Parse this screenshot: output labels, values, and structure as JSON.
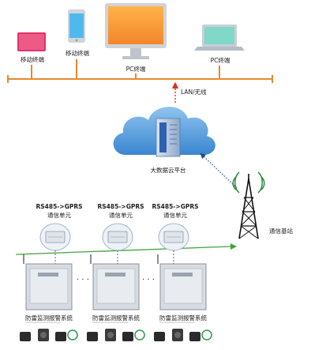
{
  "terminals": {
    "mobile1": "移动终端",
    "mobile2": "移动终端",
    "pc1": "PC终端",
    "pc2": "PC终端"
  },
  "network": {
    "lan_label": "LAN/无线",
    "cloud_label": "大数据云平台",
    "base_station_label": "通信基站"
  },
  "units": [
    {
      "title": "RS485->GPRS",
      "subtitle": "通信单元",
      "system": "防雷监测报警系统"
    },
    {
      "title": "RS485->GPRS",
      "subtitle": "通信单元",
      "system": "防雷监测报警系统"
    },
    {
      "title": "RS485->GPRS",
      "subtitle": "通信单元",
      "system": "防雷监测报警系统"
    }
  ],
  "ellipsis": "· · ·",
  "colors": {
    "bus_orange": "#e8882e",
    "link_green": "#3aa639",
    "arrow_red": "#d9301f",
    "cloud_blue": "#3f8fd6",
    "tablet_pink": "#e0346a",
    "screen_orange": "#f7a035",
    "laptop_teal": "#7fd8c8"
  }
}
